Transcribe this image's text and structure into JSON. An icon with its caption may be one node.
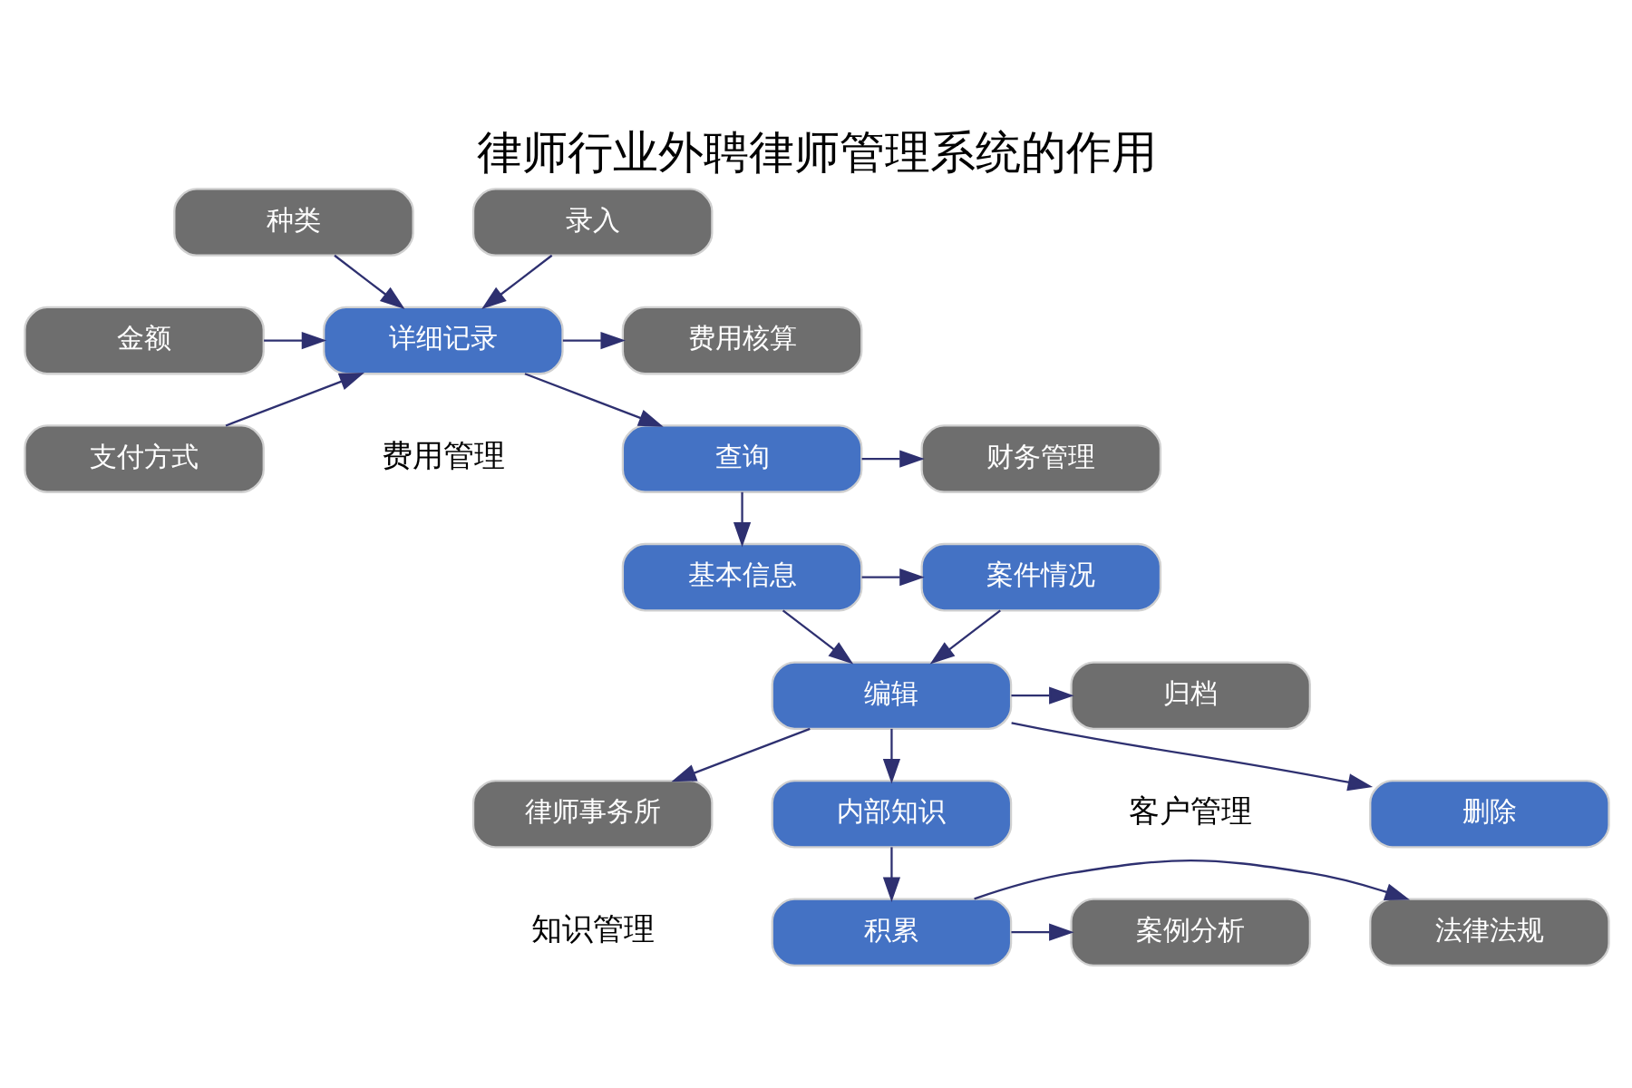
{
  "diagram": {
    "title": "律师行业外聘律师管理系统的作用",
    "nodes": [
      {
        "text": [
          "种类"
        ]
      },
      {
        "text": [
          "金额"
        ]
      },
      {
        "text": [
          "支付方式"
        ]
      },
      {
        "text": [
          "录入"
        ]
      },
      {
        "text": [
          "详细记录"
        ]
      },
      {
        "text": [
          "费用核算"
        ]
      },
      {
        "text": [
          "查询"
        ]
      },
      {
        "text": [
          "财务管理"
        ]
      },
      {
        "text": [
          "基本信息"
        ]
      },
      {
        "text": [
          "案件情况"
        ]
      },
      {
        "text": [
          "编辑"
        ]
      },
      {
        "text": [
          "归档"
        ]
      },
      {
        "text": [
          "律师事务所"
        ]
      },
      {
        "text": [
          "删除"
        ]
      },
      {
        "text": [
          "内部知识"
        ]
      },
      {
        "text": [
          "积累"
        ]
      },
      {
        "text": [
          "法律法规"
        ]
      },
      {
        "text": [
          "案例分析"
        ]
      }
    ],
    "edges": [
      {
        "from": 0,
        "to": 4,
        "arrow": "to"
      },
      {
        "from": 1,
        "to": 4,
        "arrow": "to"
      },
      {
        "from": 2,
        "to": 4,
        "arrow": "to"
      },
      {
        "from": 3,
        "to": 4,
        "arrow": "to"
      },
      {
        "from": 4,
        "to": 5,
        "arrow": "to"
      },
      {
        "from": 4,
        "to": 6,
        "arrow": "to"
      },
      {
        "from": 6,
        "to": 7,
        "arrow": "to"
      },
      {
        "from": 6,
        "to": 8,
        "arrow": "to"
      },
      {
        "from": 8,
        "to": 9,
        "arrow": "to"
      },
      {
        "from": 8,
        "to": 10,
        "arrow": "to"
      },
      {
        "from": 9,
        "to": 10,
        "arrow": "to"
      },
      {
        "from": 10,
        "to": 11,
        "arrow": "to"
      },
      {
        "from": 10,
        "to": 12,
        "arrow": "to"
      },
      {
        "from": 10,
        "to": 13,
        "arrow": "to"
      },
      {
        "from": 10,
        "to": 14,
        "arrow": "to"
      },
      {
        "from": 14,
        "to": 15,
        "arrow": "to"
      },
      {
        "from": 15,
        "to": 16,
        "arrow": "to"
      },
      {
        "from": 15,
        "to": 17,
        "arrow": "to"
      }
    ],
    "labels": [
      "费用管理",
      "客户管理",
      "知识管理"
    ]
  }
}
